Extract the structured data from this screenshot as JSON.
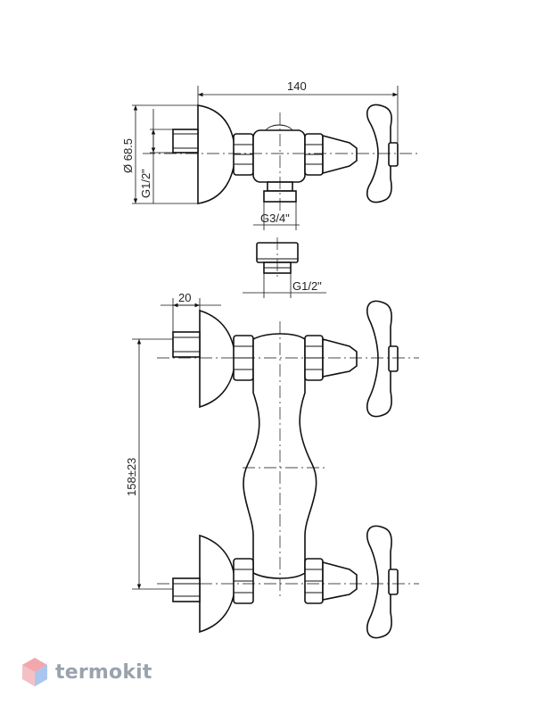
{
  "dimensions": {
    "overall_width": "140",
    "flange_diameter": "Ø 68.5",
    "inlet_thread": "G1/2\"",
    "outlet_thread": "G3/4\"",
    "adapter_thread": "G1/2\"",
    "offset": "20",
    "center_distance": "158±23"
  },
  "watermark": {
    "brand": "termokit"
  }
}
